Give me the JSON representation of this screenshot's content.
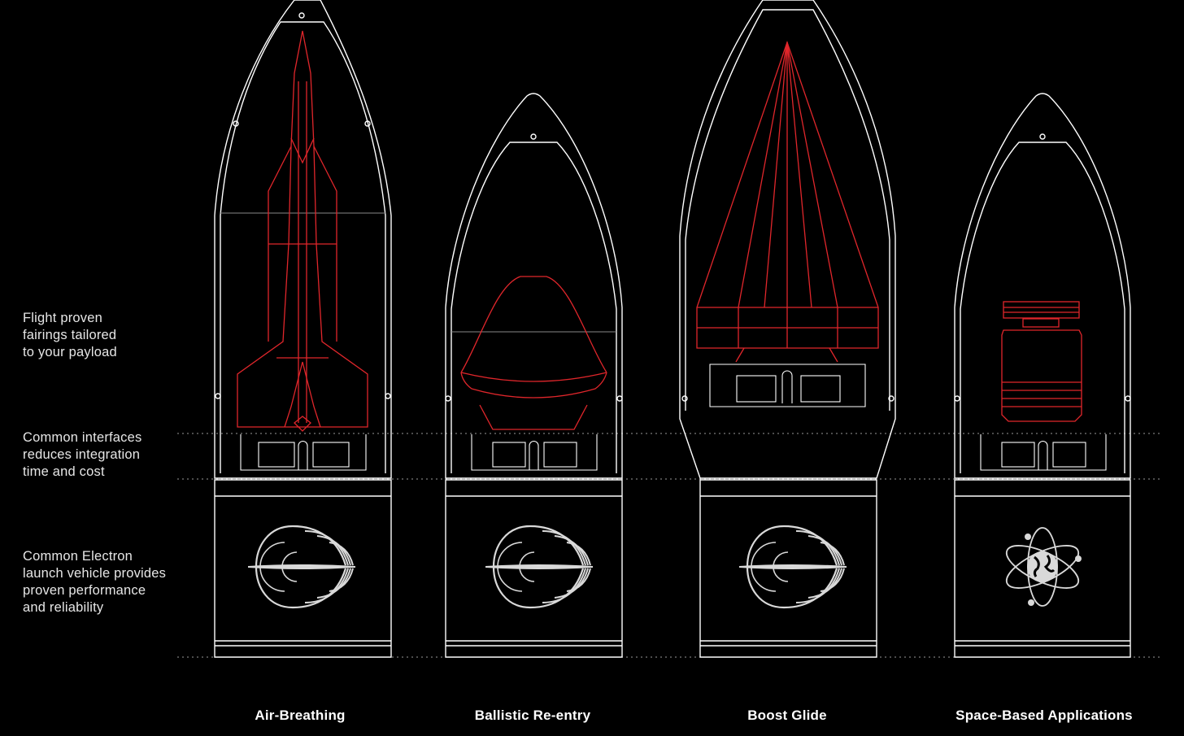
{
  "labels": {
    "fairings": "Flight proven\nfairings tailored\nto your payload",
    "interfaces": "Common interfaces\nreduces integration\ntime and cost",
    "electron": "Common Electron\nlaunch vehicle provides\nproven performance\nand reliability"
  },
  "captions": [
    "Air-Breathing",
    "Ballistic Re-entry",
    "Boost Glide",
    "Space-Based Applications"
  ],
  "colors": {
    "background": "#000000",
    "outline": "#ffffff",
    "payload": "#e0262b",
    "icon": "#d9d9d9",
    "text": "#e6e6e6"
  },
  "icons": [
    "shockwave-icon",
    "shockwave-icon",
    "shockwave-icon",
    "atom-globe-icon"
  ]
}
